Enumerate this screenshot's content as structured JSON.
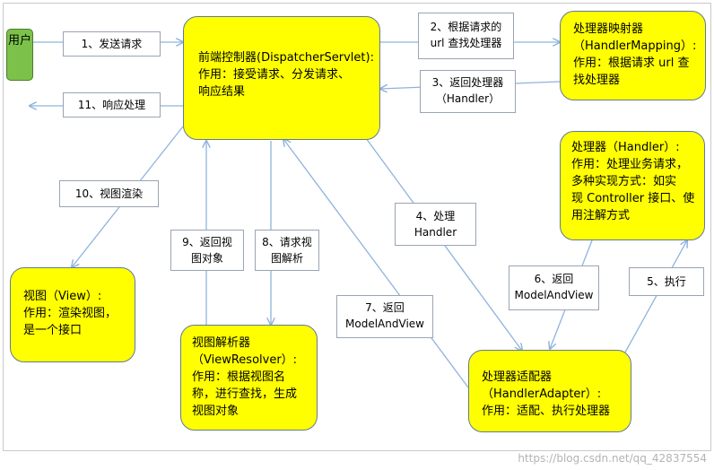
{
  "nodes": {
    "user": "用户",
    "dispatcher": [
      "前端控制器(DispatcherServlet):",
      "作用：接受请求、分发请求、",
      "响应结果"
    ],
    "handler_mapping": [
      "处理器映射器",
      "（HandlerMapping）:",
      "作用：根据请求 url 查",
      "找处理器"
    ],
    "handler": [
      "处理器（Handler）:",
      "作用：处理业务请求，",
      "多种实现方式：如实",
      "现 Controller 接口、使",
      "用注解方式"
    ],
    "handler_adapter": [
      "处理器适配器",
      "（HandlerAdapter）:",
      "作用：适配、执行处理器"
    ],
    "view_resolver": [
      "视图解析器",
      "（ViewResolver）:",
      "作用：根据视图名",
      "称，进行查找，生成",
      "视图对象"
    ],
    "view": [
      "视图（View）:",
      "作用：渲染视图，",
      "是一个接口"
    ]
  },
  "edges": {
    "e1": [
      "1、发送请求"
    ],
    "e2": [
      "2、根据请求的",
      "url 查找处理器"
    ],
    "e3": [
      "3、返回处理器",
      "（Handler）"
    ],
    "e4": [
      "4、处理",
      "Handler"
    ],
    "e5": [
      "5、执行"
    ],
    "e6": [
      "6、返回",
      "ModelAndView"
    ],
    "e7": [
      "7、返回",
      "ModelAndView"
    ],
    "e8": [
      "8、请求视",
      "图解析"
    ],
    "e9": [
      "9、返回视",
      "图对象"
    ],
    "e10": [
      "10、视图渲染"
    ],
    "e11": [
      "11、响应处理"
    ]
  },
  "watermark": "https://blog.csdn.net/qq_42837554",
  "colors": {
    "node_fill": "#ffff00",
    "user_fill": "#7cc24a",
    "border": "#5f7a98",
    "arrow": "#8fb3dc"
  }
}
